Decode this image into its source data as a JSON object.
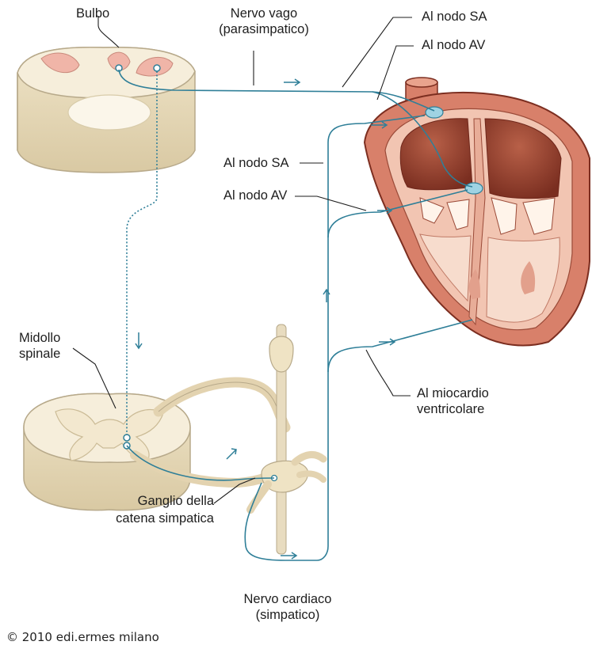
{
  "labels": {
    "bulbo": "Bulbo",
    "nervo_vago_1": "Nervo vago",
    "nervo_vago_2": "(parasimpatico)",
    "al_nodo_sa_top": "Al nodo SA",
    "al_nodo_av_top": "Al nodo AV",
    "al_nodo_sa_mid": "Al nodo SA",
    "al_nodo_av_mid": "Al nodo AV",
    "midollo_1": "Midollo",
    "midollo_2": "spinale",
    "ganglio_1": "Ganglio della",
    "ganglio_2": "catena simpatica",
    "nervo_cardiaco_1": "Nervo cardiaco",
    "nervo_cardiaco_2": "(simpatico)",
    "miocardio_1": "Al miocardio",
    "miocardio_2": "ventricolare"
  },
  "copyright": "© 2010 edi.ermes milano",
  "colors": {
    "nerve": "#2f7f98",
    "tissue": "#f6eedb",
    "tissue_edge": "#b7a98a",
    "gray_matter": "#f0b5a8",
    "heart_outer": "#d8806a",
    "heart_wall": "#f2c5b2",
    "heart_inner": "#8e3b2c",
    "node": "#9fd3e3"
  }
}
